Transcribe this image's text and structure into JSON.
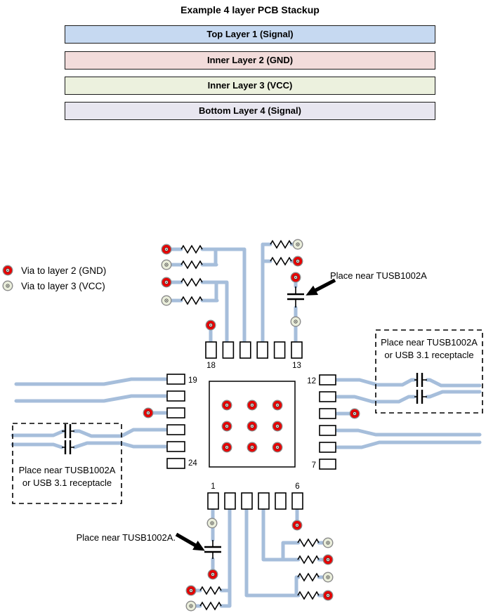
{
  "stackup": {
    "title": "Example 4 layer PCB Stackup",
    "layers": [
      {
        "label": "Top Layer 1 (Signal)",
        "fill": "#c6d9f1"
      },
      {
        "label": "Inner Layer 2 (GND)",
        "fill": "#f2dcdb"
      },
      {
        "label": "Inner Layer 3 (VCC)",
        "fill": "#ecf1de"
      },
      {
        "label": "Bottom Layer 4 (Signal)",
        "fill": "#e8e6f0"
      }
    ]
  },
  "legend": {
    "gnd": {
      "label": "Via to layer 2 (GND)",
      "color": "#e80000"
    },
    "vcc": {
      "label": "Via to layer 3 (VCC)",
      "color": "#eaeedb"
    }
  },
  "annotations": {
    "top_arrow": "Place near TUSB1002A",
    "bottom_arrow": "Place near TUSB1002A.",
    "right_box_line1": "Place near TUSB1002A",
    "right_box_line2": "or USB 3.1 receptacle",
    "left_box_line1": "Place near TUSB1002A",
    "left_box_line2": "or USB 3.1 receptacle"
  },
  "pins": {
    "top_left": "18",
    "top_right": "13",
    "left_top": "19",
    "left_bottom": "24",
    "right_top": "12",
    "right_bottom": "7",
    "bottom_left": "1",
    "bottom_right": "6"
  },
  "colors": {
    "trace": "#a6bedb",
    "gnd_via": "#e80000",
    "vcc_via": "#eaeedb"
  }
}
